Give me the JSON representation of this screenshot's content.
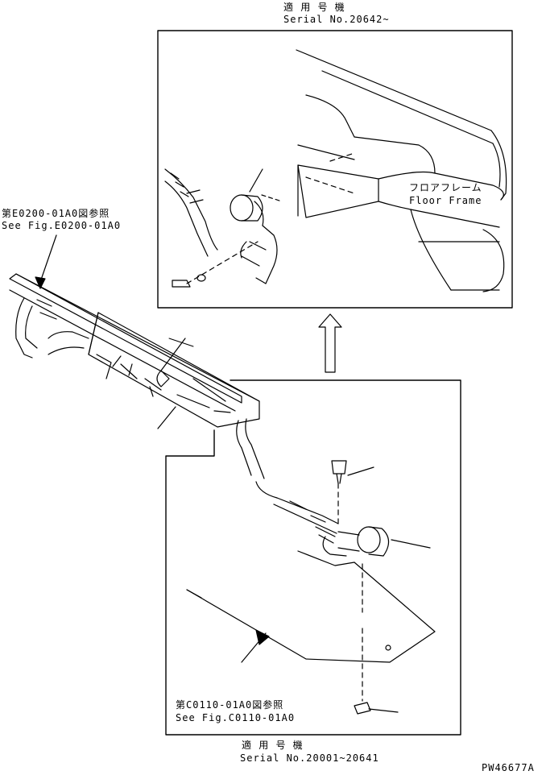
{
  "top_box": {
    "applicable_jp": "適 用 号 機",
    "serial": "Serial No.20642~",
    "floor_frame_jp": "フロアフレーム",
    "floor_frame_en": "Floor Frame"
  },
  "bottom_box": {
    "applicable_jp": "適 用 号 機",
    "serial": "Serial No.20001~20641",
    "ref_jp": "第C0110-01A0図参照",
    "ref_en": "See Fig.C0110-01A0"
  },
  "left_ref": {
    "ref_jp": "第E0200-01A0図参照",
    "ref_en": "See Fig.E0200-01A0"
  },
  "drawing_code": "PW46677A"
}
